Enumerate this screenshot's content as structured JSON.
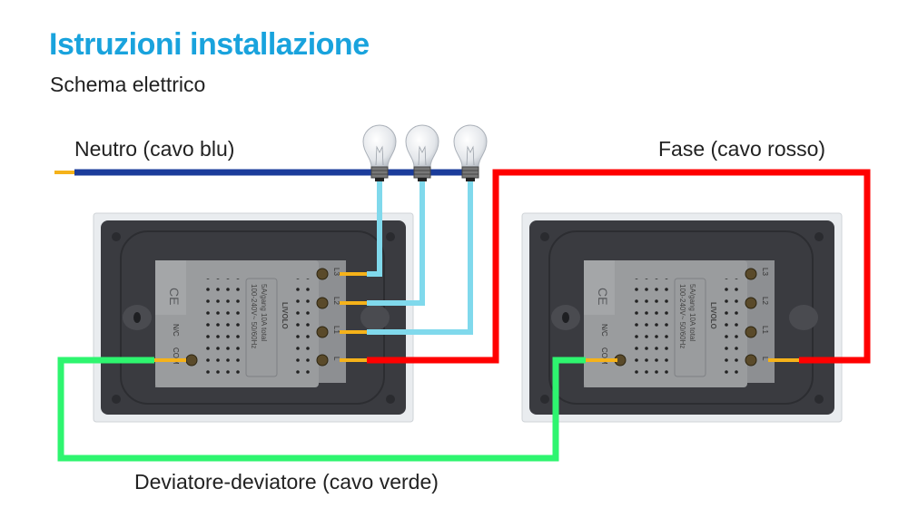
{
  "header": {
    "title": "Istruzioni installazione",
    "subtitle": "Schema elettrico"
  },
  "labels": {
    "neutral": "Neutro (cavo blu)",
    "phase": "Fase (cavo rosso)",
    "traveler": "Deviatore-deviatore (cavo verde)"
  },
  "module": {
    "brand": "LIVOLO",
    "rating_1": "100-240V~  50/60Hz",
    "rating_2": "5A/gang  10A total",
    "terminals": [
      "L3",
      "L2",
      "L1",
      "L"
    ],
    "left_terminals": [
      "N/C",
      "COM"
    ]
  },
  "colors": {
    "title": "#19a3dd",
    "neutral_wire": "#1b3c9b",
    "phase_wire": "#ff0000",
    "traveler_wire": "#2ef56f",
    "lamp_wire": "#80d9ec",
    "terminal_lead": "#f5b21a",
    "plate": "#3a3b40",
    "module": "#9a9c9e"
  },
  "icons": [
    "light-bulb-icon",
    "ce-mark-icon"
  ]
}
